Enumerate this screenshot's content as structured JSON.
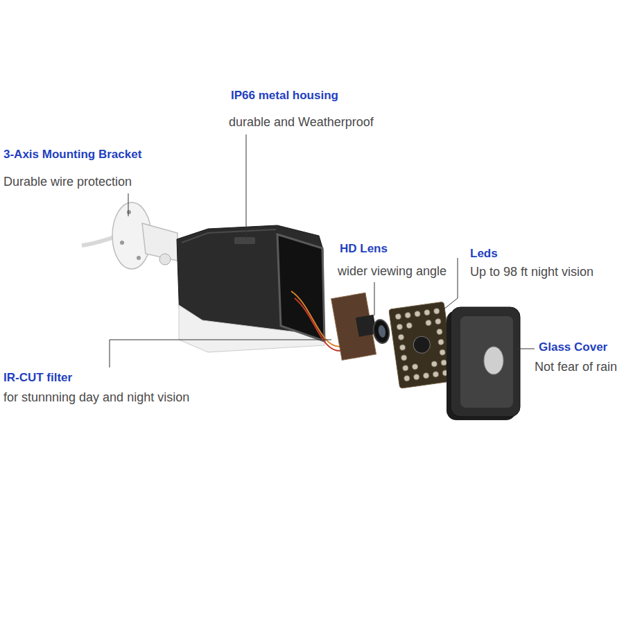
{
  "diagram": {
    "labels": [
      "IP66 metal housing",
      "durable and Weatherproof",
      "3-Axis Mounting Bracket",
      "Durable wire protection",
      "HD Lens",
      "wider viewing angle",
      "Leds",
      "Up to 98 ft night vision",
      "Glass Cover",
      "Not fear of rain",
      "IR-CUT filter",
      "for stunnning day and night vision"
    ]
  }
}
